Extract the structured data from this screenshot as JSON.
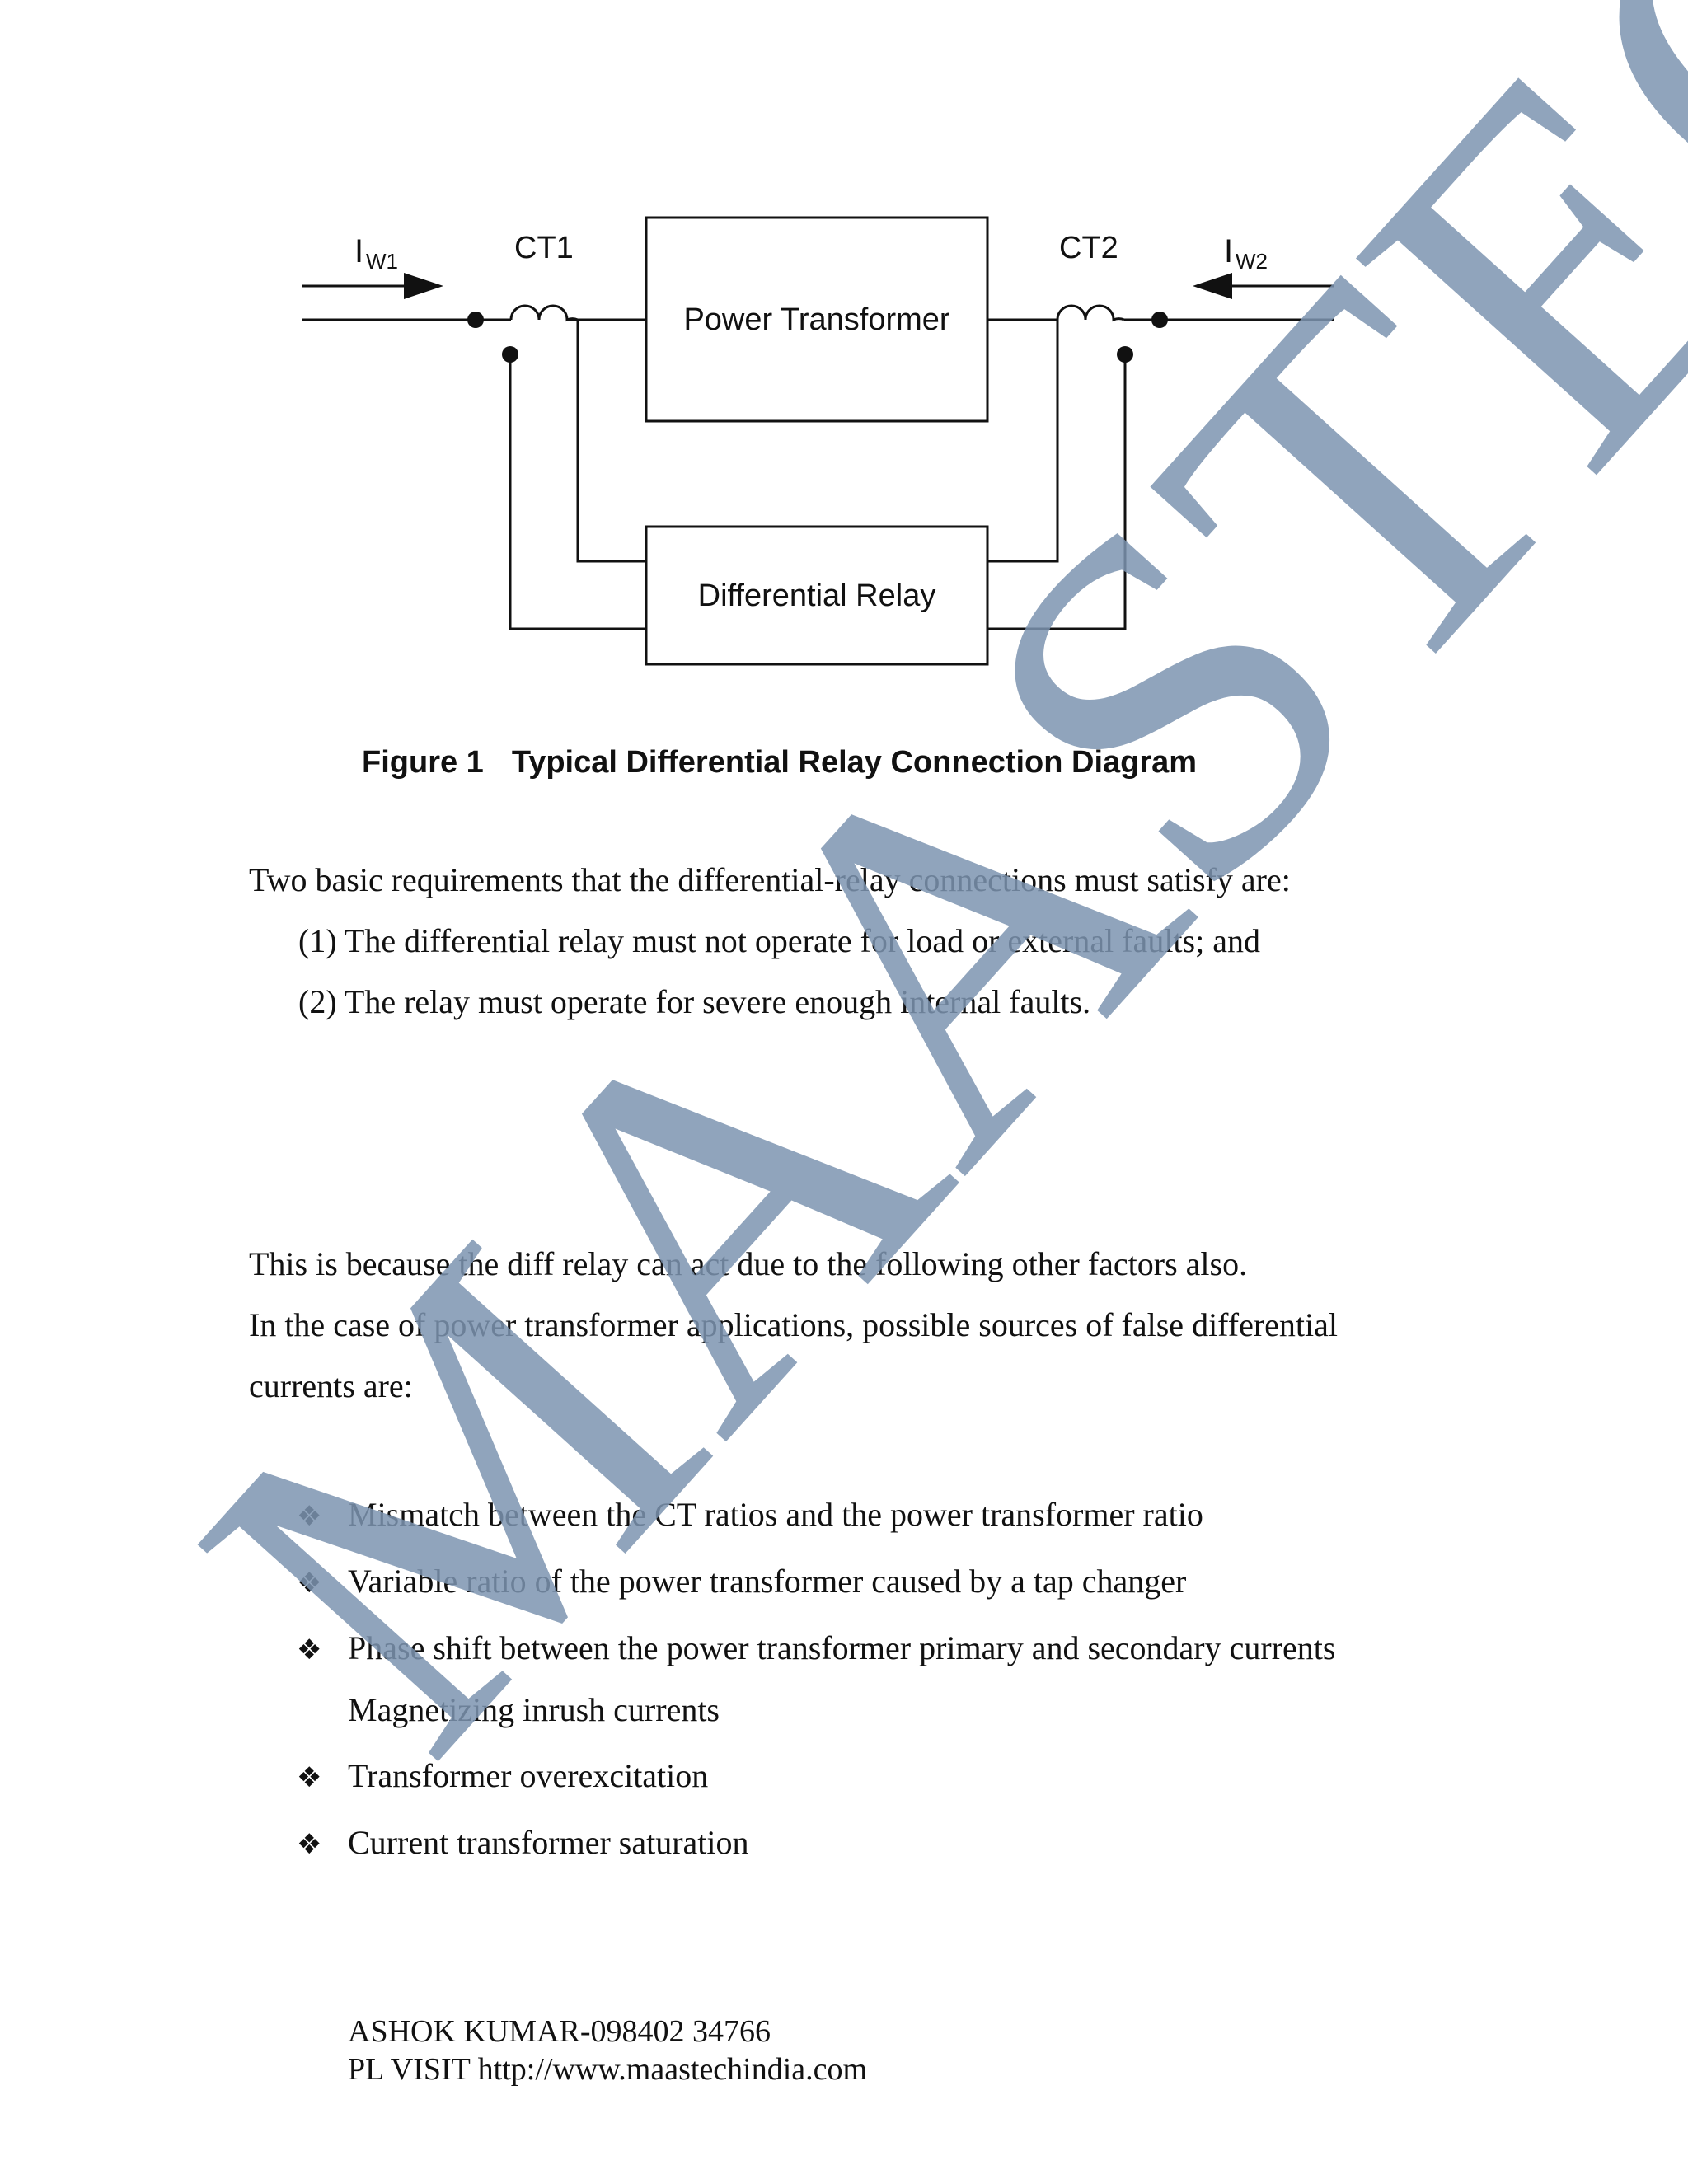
{
  "diagram": {
    "ct1_label": "CT1",
    "ct2_label": "CT2",
    "iw1_main": "I",
    "iw1_sub": "W1",
    "iw2_main": "I",
    "iw2_sub": "W2",
    "power_transformer_label": "Power Transformer",
    "differential_relay_label": "Differential Relay"
  },
  "caption": {
    "figure_number": "Figure 1",
    "title": "Typical Differential Relay Connection Diagram"
  },
  "intro": {
    "lead": "Two basic requirements that the differential-relay connections must satisfy are:",
    "requirements": [
      "(1) The differential relay must not operate for load or external faults; and",
      "(2) The relay must operate for severe enough internal faults."
    ]
  },
  "body": {
    "line1": "This is because the diff relay can act due to the following other factors also.",
    "line2": "In the case of power transformer applications, possible sources of false differential",
    "line3": "currents are:"
  },
  "bullets": {
    "marker": "❖",
    "items": [
      "Mismatch between the CT ratios and the power transformer ratio",
      "Variable ratio of the power transformer caused by a tap changer",
      "Phase shift between the power transformer primary and secondary currents"
    ],
    "continuation": "Magnetizing inrush currents",
    "items_after": [
      "Transformer overexcitation",
      "Current transformer saturation"
    ]
  },
  "footer": {
    "contact": "ASHOK KUMAR-098402 34766",
    "visit": "PL VISIT http://www.maastechindia.com"
  },
  "watermark": {
    "text": "MAASTEC",
    "color": "#7d94b0"
  }
}
